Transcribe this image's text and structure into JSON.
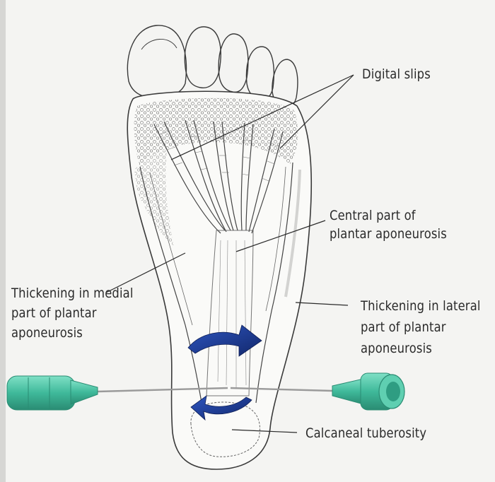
{
  "labels": {
    "digital_slips": "Digital slips",
    "central_line1": "Central part of",
    "central_line2": "plantar aponeurosis",
    "medial_line1": "Thickening in medial",
    "medial_line2": "part of plantar",
    "medial_line3": "aponeurosis",
    "lateral_line1": "Thickening in lateral",
    "lateral_line2": "part of plantar",
    "lateral_line3": "aponeurosis",
    "calcaneal": "Calcaneal tuberosity"
  },
  "colors": {
    "page": "#f4f4f2",
    "ink": "#2a2a2a",
    "arrow": "#1f3d8f",
    "needle_hub": "#3fb99a",
    "needle_shaft": "#9a9a9a"
  }
}
